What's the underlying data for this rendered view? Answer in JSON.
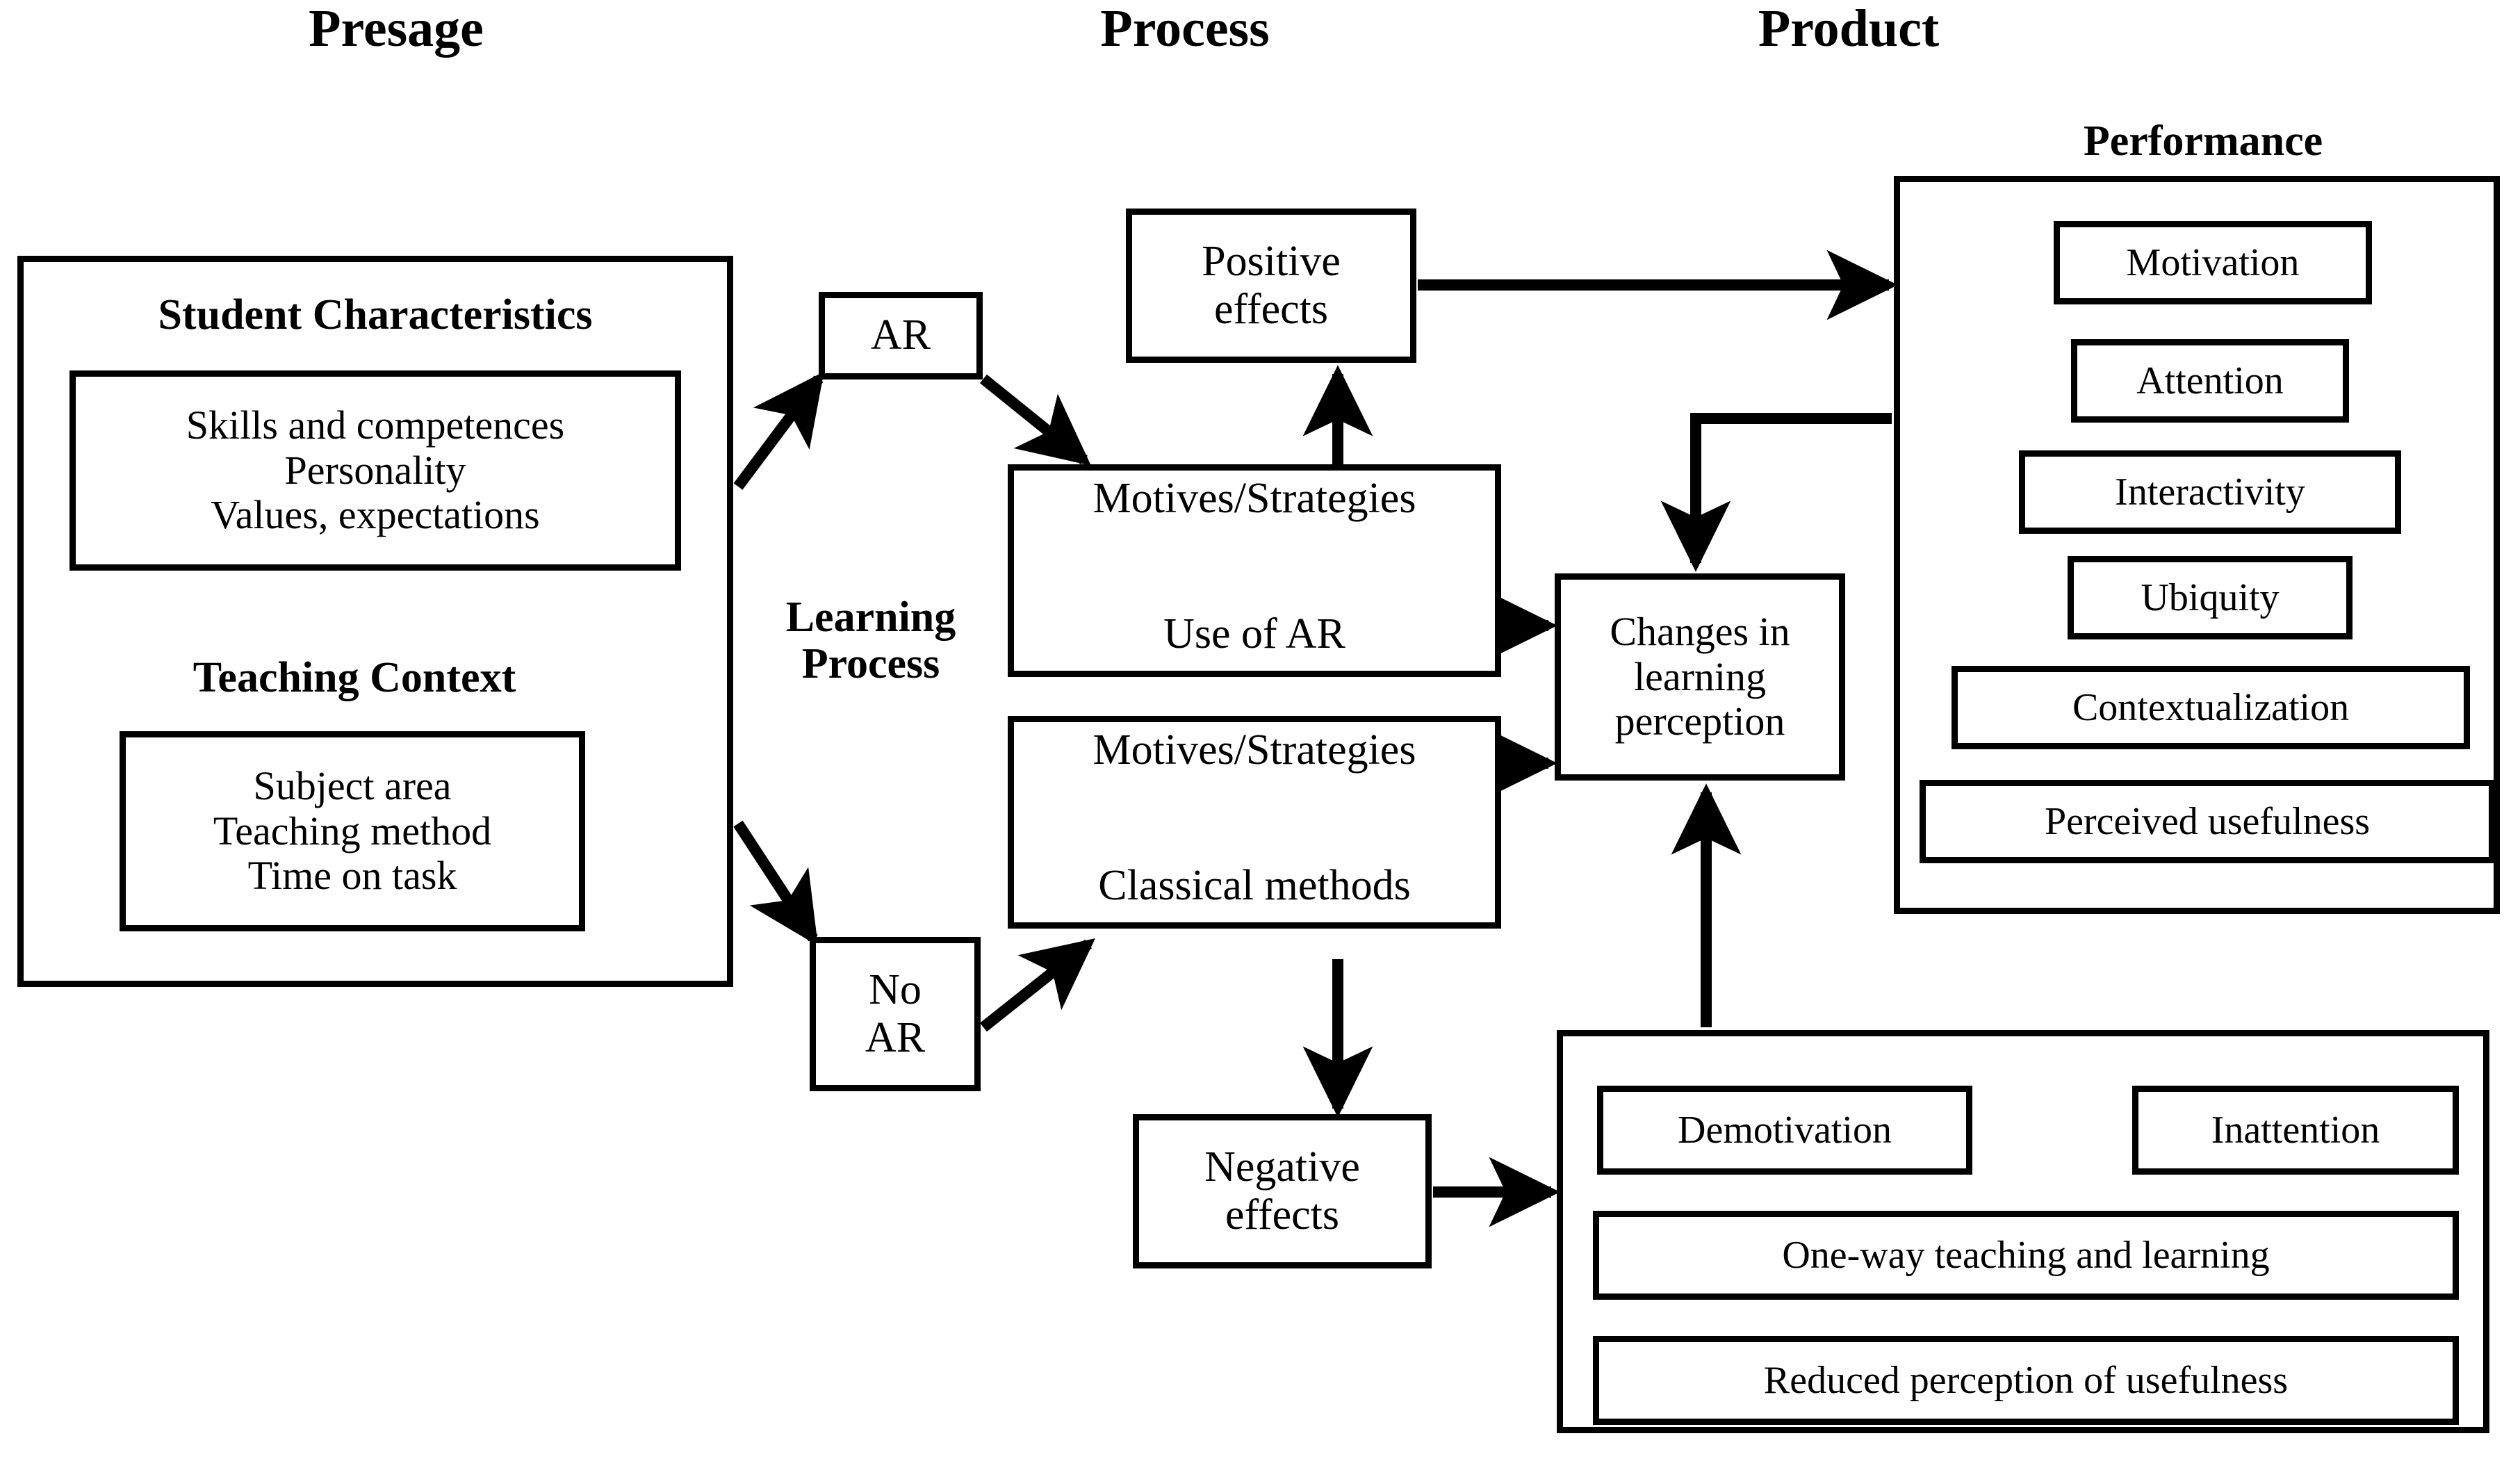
{
  "diagram": {
    "title_presage": "Presage",
    "title_process": "Process",
    "title_product": "Product"
  },
  "presage": {
    "student_characteristics": {
      "heading": "Student Characteristics",
      "items_text": "Skills and competences\nPersonality\nValues, expectations",
      "items": [
        "Skills and competences",
        "Personality",
        "Values, expectations"
      ]
    },
    "teaching_context": {
      "heading": "Teaching Context",
      "items_text": "Subject area\nTeaching method\nTime on task",
      "items": [
        "Subject area",
        "Teaching method",
        "Time on task"
      ]
    }
  },
  "process": {
    "learning_process_label": "Learning\nProcess",
    "ar_node": "AR",
    "no_ar_node": "No\nAR",
    "positive_effects": "Positive\neffects",
    "negative_effects": "Negative\neffects",
    "ar_path": {
      "top_label": "Motives/Strategies",
      "bottom_label": "Use of AR"
    },
    "classical_path": {
      "top_label": "Motives/Strategies",
      "bottom_label": "Classical methods"
    },
    "changes_node": "Changes in\nlearning\nperception"
  },
  "product": {
    "performance_heading": "Performance",
    "performance_items": [
      "Motivation",
      "Attention",
      "Interactivity",
      "Ubiquity",
      "Contextualization",
      "Perceived usefulness"
    ],
    "negative_outcome_items": [
      "Demotivation",
      "Inattention",
      "One-way teaching and learning",
      "Reduced perception of usefulness"
    ]
  },
  "style": {
    "stroke_color": "#000000",
    "background": "#ffffff"
  }
}
